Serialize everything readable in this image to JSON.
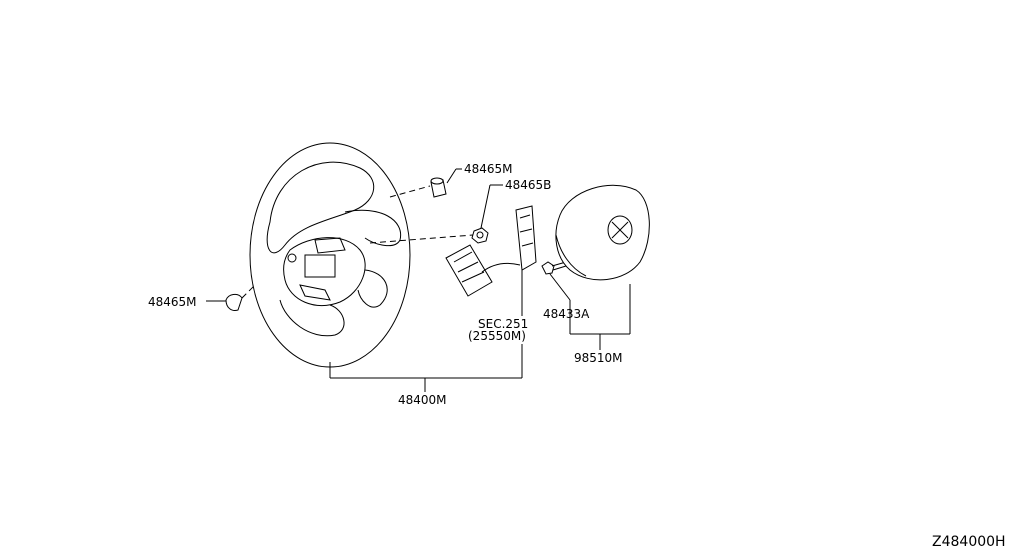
{
  "parts": {
    "clip_top": "48465M",
    "clip_left": "48465M",
    "nut": "48465B",
    "bolt": "48433A",
    "airbag": "98510M",
    "wheel_assembly": "48400M",
    "section_ref_line1": "SEC.251",
    "section_ref_line2": "(25550M)"
  },
  "diagram_code": "Z484000H"
}
